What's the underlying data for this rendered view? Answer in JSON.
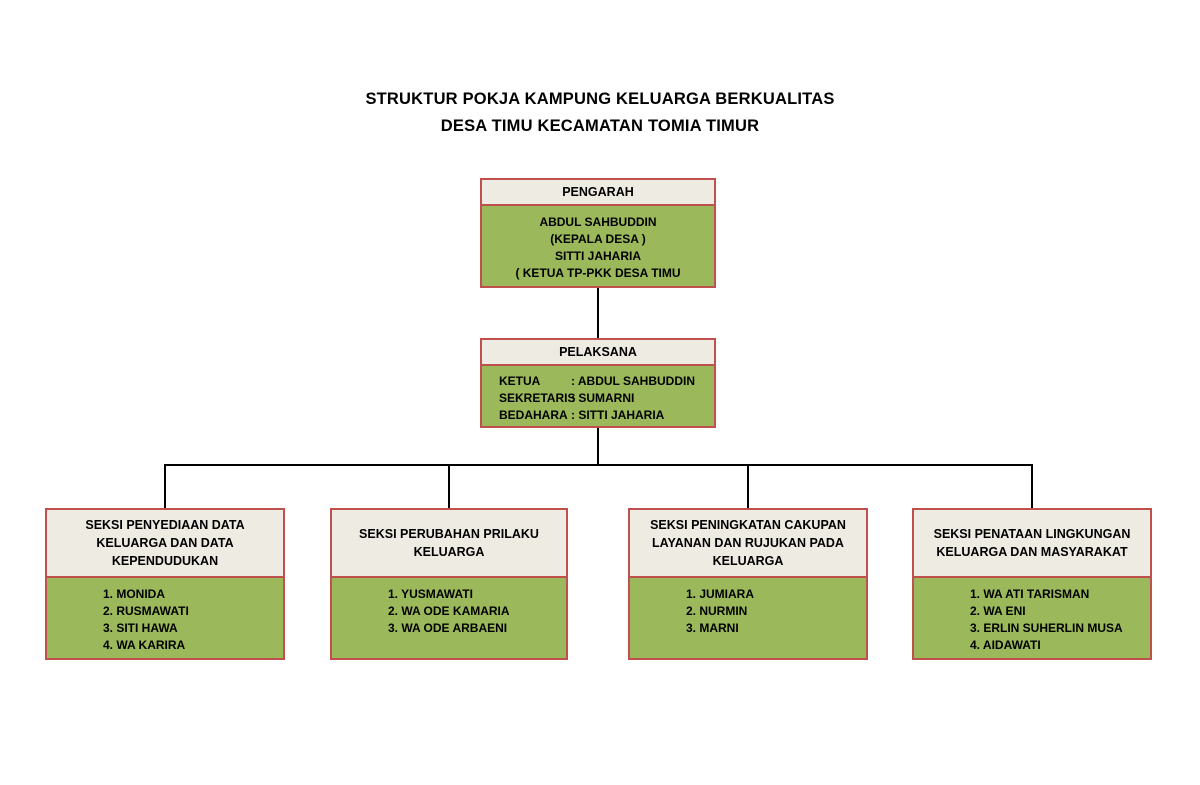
{
  "title": {
    "line1": "STRUKTUR POKJA KAMPUNG KELUARGA BERKUALITAS",
    "line2": "DESA TIMU KECAMATAN TOMIA TIMUR"
  },
  "colors": {
    "header_bg": "#eeebe2",
    "body_bg": "#9bb95a",
    "border": "#c0504d",
    "connector": "#000000"
  },
  "pengarah": {
    "label": "PENGARAH",
    "lines": [
      "ABDUL SAHBUDDIN",
      "(KEPALA DESA )",
      "SITTI JAHARIA",
      "( KETUA TP-PKK DESA TIMU"
    ]
  },
  "pelaksana": {
    "label": "PELAKSANA",
    "rows": [
      {
        "role": "KETUA",
        "value": ": ABDUL SAHBUDDIN"
      },
      {
        "role": "SEKRETARIS",
        "value": ": SUMARNI"
      },
      {
        "role": "BEDAHARA",
        "value": ": SITTI JAHARIA"
      }
    ]
  },
  "seksi": [
    {
      "title_lines": [
        "SEKSI PENYEDIAAN DATA",
        "KELUARGA DAN DATA",
        "KEPENDUDUKAN"
      ],
      "members": [
        "1. MONIDA",
        "2. RUSMAWATI",
        "3. SITI HAWA",
        "4. WA KARIRA"
      ]
    },
    {
      "title_lines": [
        "SEKSI PERUBAHAN PRILAKU",
        "KELUARGA"
      ],
      "members": [
        "1. YUSMAWATI",
        "2. WA ODE KAMARIA",
        "3. WA ODE ARBAENI"
      ]
    },
    {
      "title_lines": [
        "SEKSI PENINGKATAN CAKUPAN",
        "LAYANAN DAN RUJUKAN PADA",
        "KELUARGA"
      ],
      "members": [
        "1. JUMIARA",
        "2. NURMIN",
        "3. MARNI"
      ]
    },
    {
      "title_lines": [
        "SEKSI PENATAAN LINGKUNGAN",
        "KELUARGA DAN MASYARAKAT"
      ],
      "members": [
        "1. WA ATI TARISMAN",
        "2. WA ENI",
        "3. ERLIN SUHERLIN MUSA",
        "4. AIDAWATI"
      ]
    }
  ]
}
